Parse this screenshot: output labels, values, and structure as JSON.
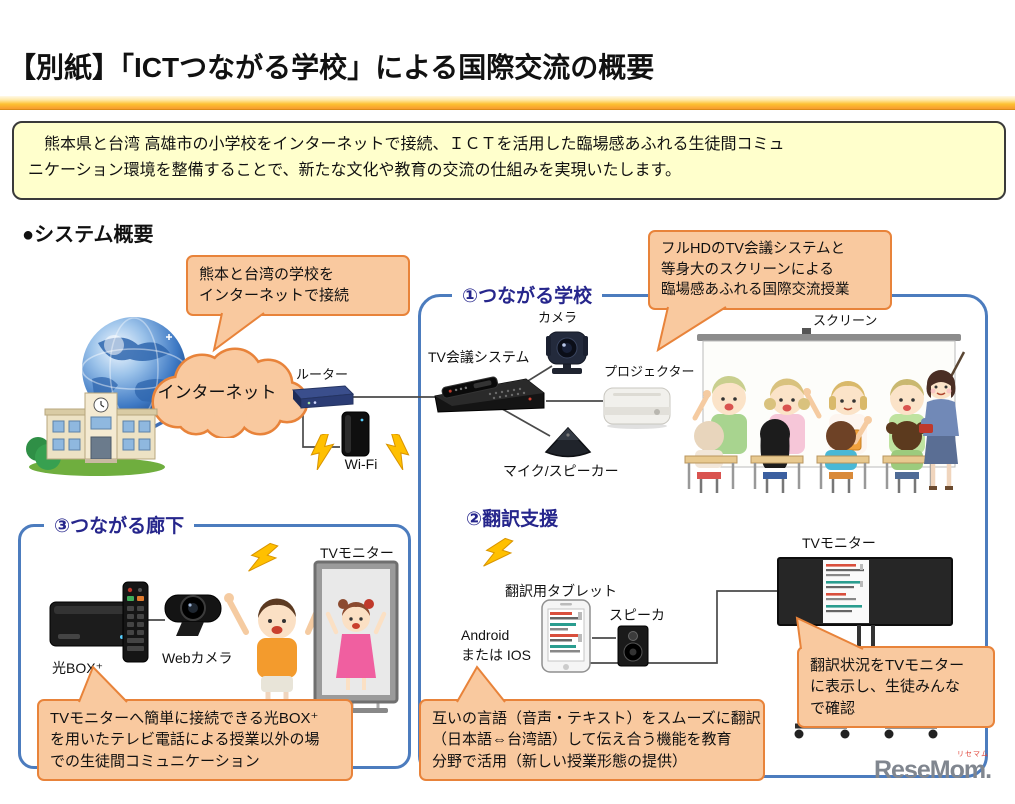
{
  "header": {
    "title": "【別紙】「ICTつながる学校」による国際交流の概要"
  },
  "intro": {
    "line1": "熊本県と台湾 高雄市の小学校をインターネットで接続、ＩＣＴを活用した臨場感あふれる生徒間コミュ",
    "line2": "ニケーション環境を整備することで、新たな文化や教育の交流の仕組みを実現いたします。"
  },
  "overview_heading": "●システム概要",
  "sections": {
    "school": {
      "label": "①つながる学校"
    },
    "translation": {
      "label": "②翻訳支援"
    },
    "corridor": {
      "label": "③つながる廊下"
    }
  },
  "callouts": {
    "connect": {
      "lines": [
        "熊本と台湾の学校を",
        "インターネットで接続"
      ]
    },
    "fullhd": {
      "lines": [
        "フルHDのTV会議システムと",
        "等身大のスクリーンによる",
        "臨場感あふれる国際交流授業"
      ]
    },
    "hikari": {
      "lines": [
        "TVモニターへ簡単に接続できる光BOX⁺",
        "を用いたテレビ電話による授業以外の場",
        "での生徒間コミュニケーション"
      ]
    },
    "monitor": {
      "lines": [
        "翻訳状況をTVモニター",
        "に表示し、生徒みんな",
        "で確認"
      ]
    },
    "language": {
      "lines": [
        "互いの言語（音声・テキスト）をスムーズに翻訳",
        "（日本語⇔台湾語）して伝え合う機能を教育",
        "分野で活用（新しい授業形態の提供）"
      ]
    }
  },
  "labels": {
    "internet": "インターネット",
    "router": "ルーター",
    "wifi": "Wi-Fi",
    "tv_conference": "TV会議システム",
    "camera": "カメラ",
    "projector": "プロジェクター",
    "mic_speaker": "マイク/スピーカー",
    "screen": "スクリーン",
    "hikari_box": "光BOX⁺",
    "web_camera": "Webカメラ",
    "corridor_monitor": "TVモニター",
    "tablet": "翻訳用タブレット",
    "speaker": "スピーカ",
    "os_line1": "Android",
    "os_line2": "または IOS",
    "translation_monitor": "TVモニター"
  },
  "logo": {
    "text": "ReseMom.",
    "ruby": "リセマム"
  },
  "colors": {
    "callout_fill": "#F9C99F",
    "callout_border": "#E8833A",
    "frame_blue": "#4C7CBE",
    "section_label": "#26268C",
    "intro_fill": "#FFFFCC",
    "bolt_yellow": "#FFC000",
    "gradient_orange": "#F79B2E"
  }
}
